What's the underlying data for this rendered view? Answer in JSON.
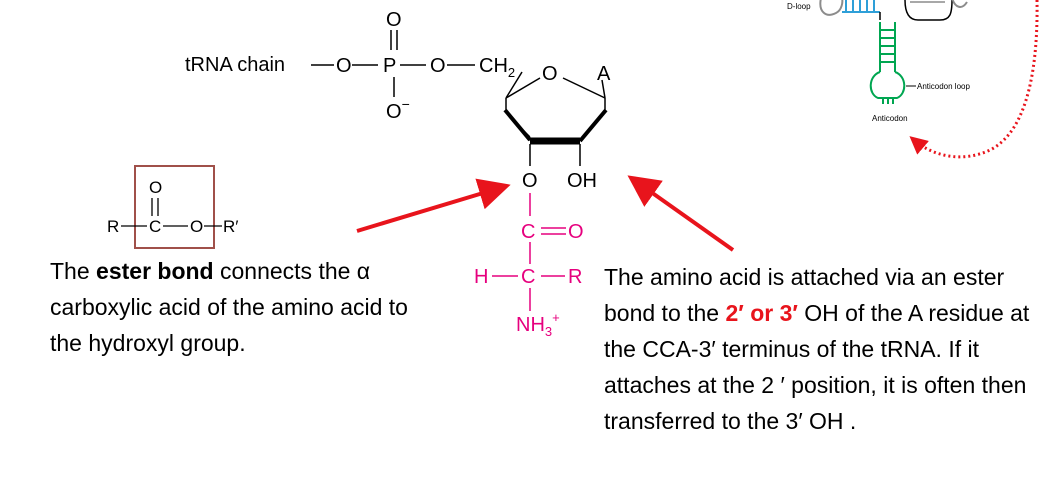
{
  "ribose": {
    "chain_label": "tRNA chain",
    "o_left": "O",
    "p": "P",
    "o_right": "O",
    "ch": "CH",
    "ch_sub": "2",
    "o_top": "O",
    "o_minus": "O",
    "minus": "−",
    "ring_o": "O",
    "base": "A",
    "o_ester": "O",
    "oh": "OH"
  },
  "aminoacid": {
    "c_top": "C",
    "o_double": "O",
    "h": "H",
    "c_alpha": "C",
    "r": "R",
    "nh": "NH",
    "nh_sub": "3",
    "nh_sup": "+"
  },
  "ester_diagram": {
    "r": "R",
    "c": "C",
    "o_top": "O",
    "o": "O",
    "r_prime": "R′"
  },
  "trna_inset": {
    "d_loop": "D-loop",
    "anticodon_loop": "Anticodon loop",
    "anticodon": "Anticodon"
  },
  "left_text": {
    "pre": "The ",
    "bold": "ester bond",
    "post": " connects the α carboxylic acid of the amino acid to the hydroxyl group."
  },
  "right_text": {
    "pre": "The amino acid is attached via an ester bond to the ",
    "red1": "2′",
    "mid": " or ",
    "red2": "3′",
    "post": " OH of the A residue at the CCA-3′ terminus of the tRNA.  If it attaches at the 2 ′ position, it is often then transferred to the 3′ OH ."
  },
  "colors": {
    "magenta": "#e6007e",
    "red": "#e8141c",
    "green": "#00a651",
    "blue": "#2e9fd8",
    "gray": "#8c8c8c",
    "box": "#a0504a"
  }
}
